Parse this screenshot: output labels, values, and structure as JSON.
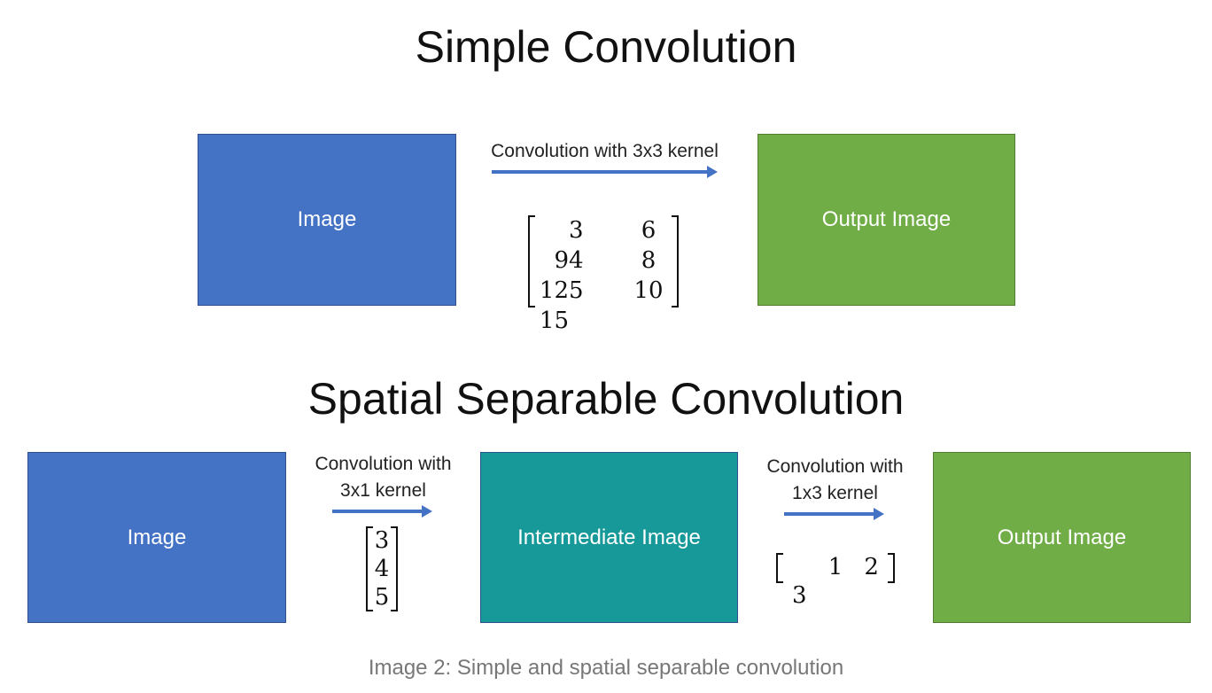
{
  "top": {
    "title": "Simple Convolution",
    "image": "Image",
    "output": "Output Image",
    "arrow_label": "Convolution with 3x3 kernel",
    "kernel": [
      [
        "3",
        "6",
        "9"
      ],
      [
        "4",
        "8",
        "12"
      ],
      [
        "5",
        "10",
        "15"
      ]
    ]
  },
  "bottom": {
    "title": "Spatial Separable Convolution",
    "image": "Image",
    "intermediate": "Intermediate Image",
    "output": "Output Image",
    "arrow1_label": [
      "Convolution with",
      "3x1 kernel"
    ],
    "kernel1": [
      "3",
      "4",
      "5"
    ],
    "arrow2_label": [
      "Convolution with",
      "1x3 kernel"
    ],
    "kernel2": [
      "1",
      "2",
      "3"
    ]
  },
  "caption": "Image 2: Simple and spatial separable convolution",
  "colors": {
    "blue": "#4472C4",
    "green": "#70AD47",
    "teal": "#179999"
  }
}
